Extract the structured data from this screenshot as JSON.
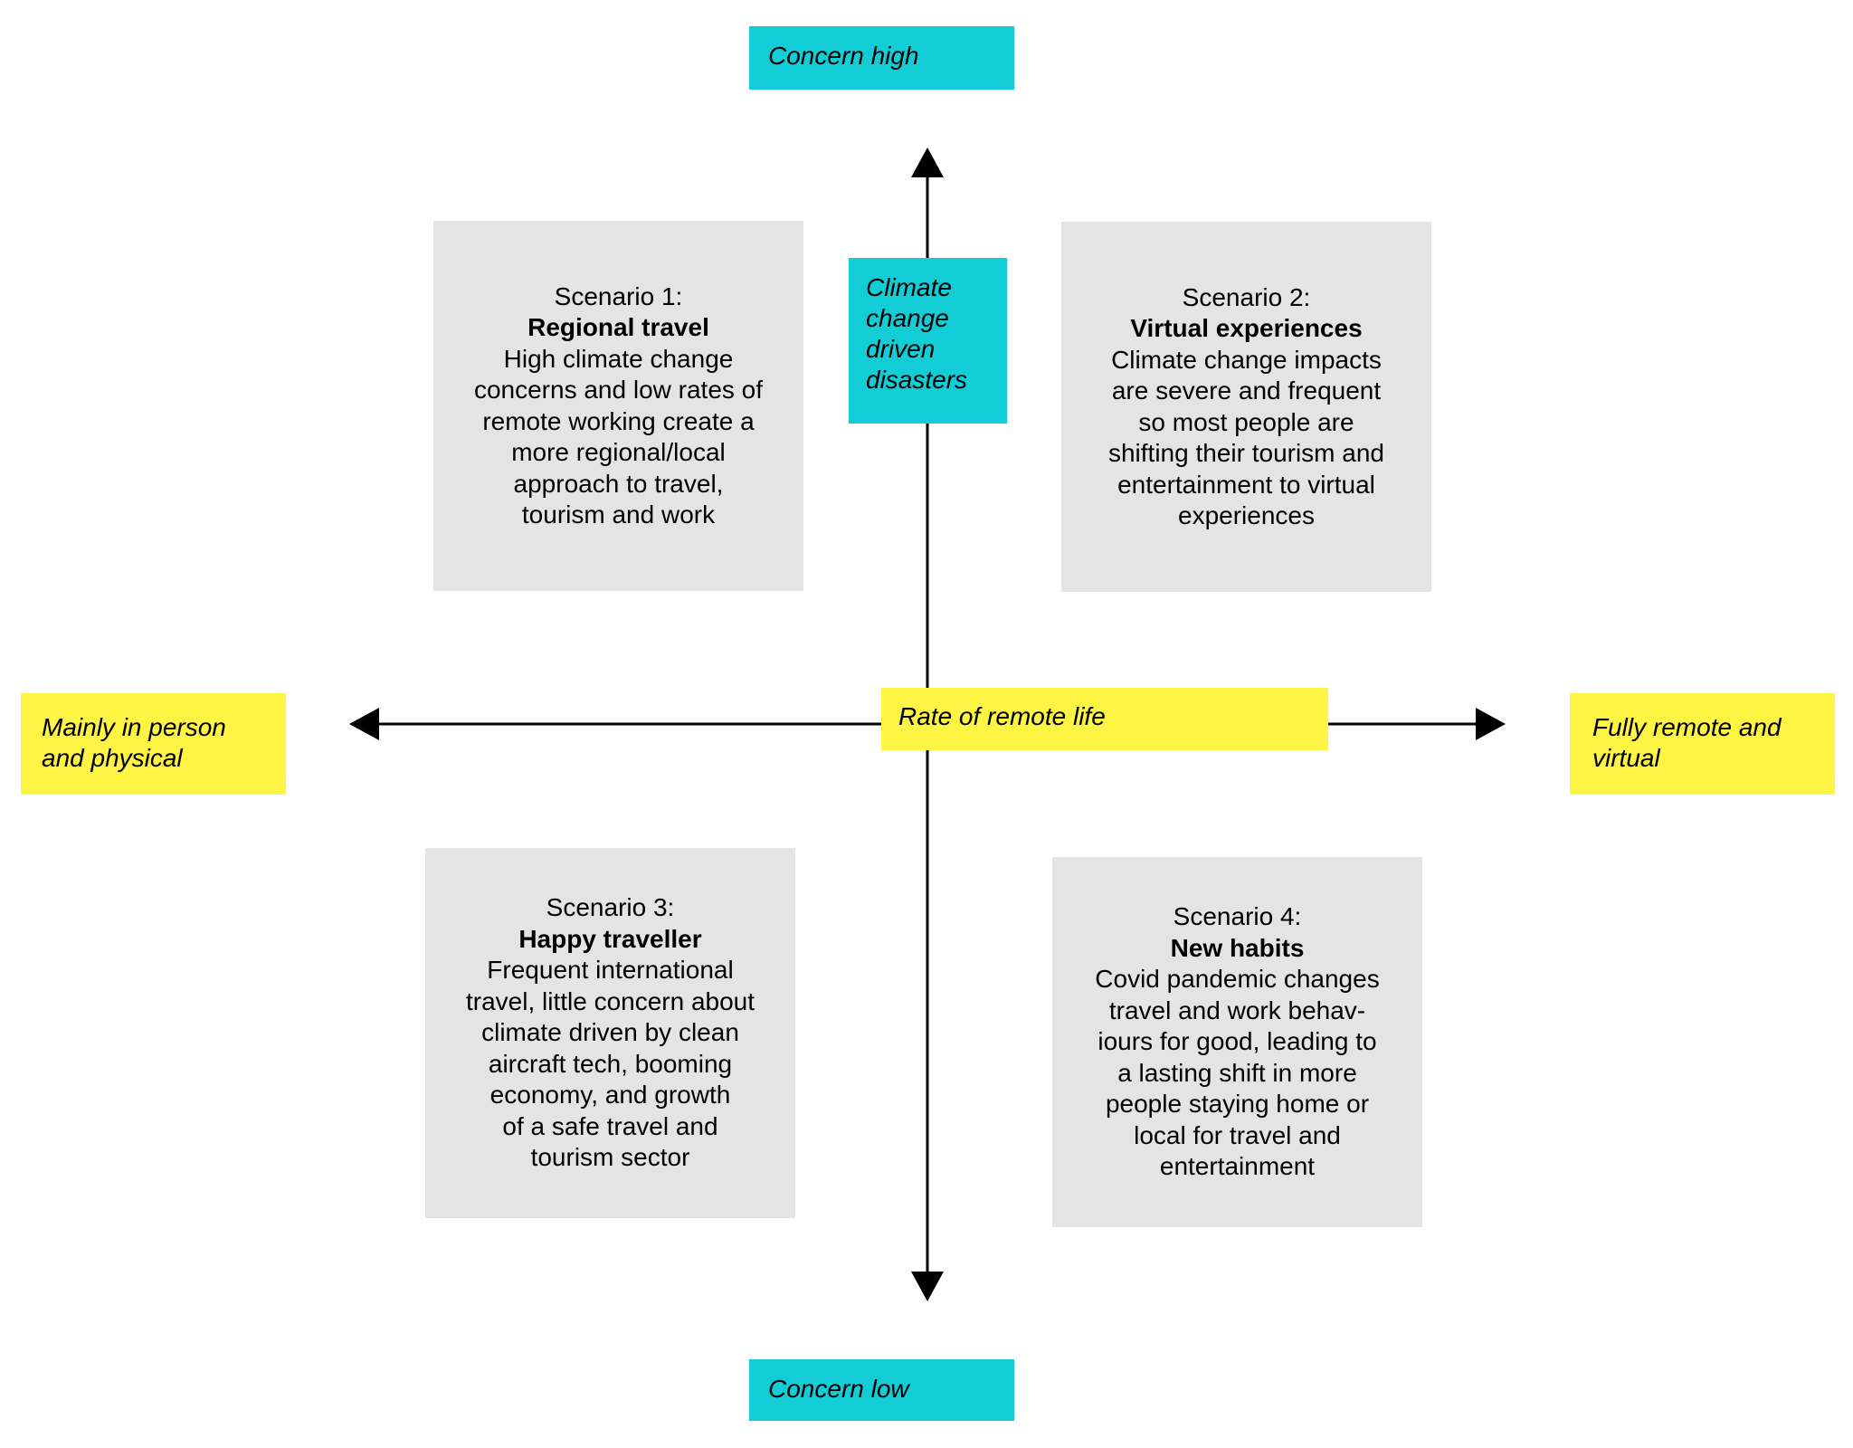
{
  "vertical_axis": {
    "top_label": "Concern high",
    "bottom_label": "Concern low",
    "axis_label": "Climate\nchange\ndriven\ndisasters"
  },
  "horizontal_axis": {
    "left_label": "Mainly in person\nand physical",
    "right_label": "Fully remote and\nvirtual",
    "axis_label": "Rate of remote life"
  },
  "scenarios": [
    {
      "number": "Scenario 1:",
      "title": "Regional travel",
      "description": "High climate change\nconcerns and low rates of\nremote working create a\nmore regional/local\napproach to travel,\ntourism and work"
    },
    {
      "number": "Scenario 2:",
      "title": "Virtual experiences",
      "description": "Climate change impacts\nare severe and frequent\nso most people are\nshifting their tourism and\nentertainment to virtual\nexperiences"
    },
    {
      "number": "Scenario 3:",
      "title": "Happy traveller",
      "description": "Frequent international\ntravel, little concern about\nclimate driven by clean\naircraft tech, booming\neconomy, and growth\nof a safe travel and\ntourism sector"
    },
    {
      "number": "Scenario 4:",
      "title": "New habits",
      "description": "Covid pandemic changes\ntravel and work behav-\niours for good, leading to\na lasting shift in more\npeople staying home or\nlocal for travel and\nentertainment"
    }
  ],
  "colors": {
    "cyan_label": "#13cdd6",
    "yellow_label": "#fdf444",
    "scenario_box": "#e4e4e4",
    "axis_line": "#000000"
  }
}
